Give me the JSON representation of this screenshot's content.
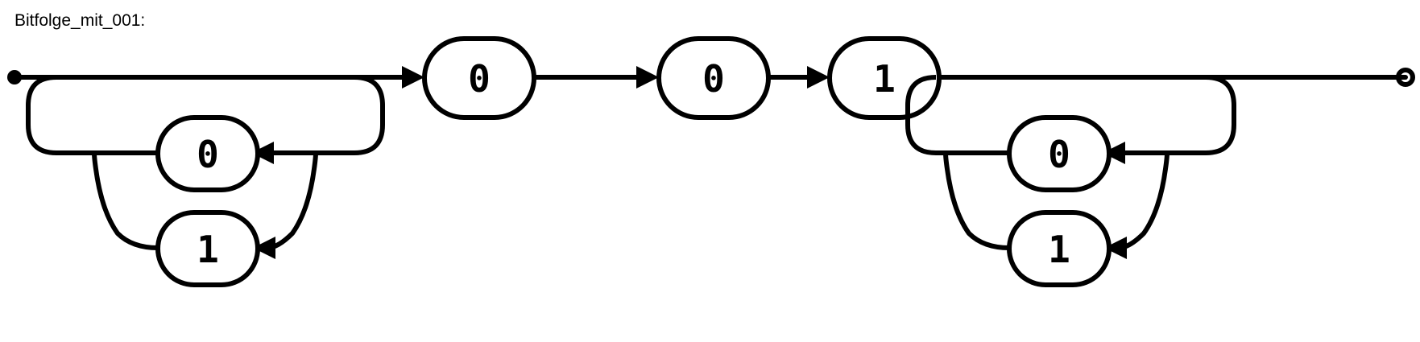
{
  "diagram": {
    "title": "Bitfolge_mit_001:",
    "kind": "railroad-syntax-diagram",
    "stroke_color": "#000000",
    "background_color": "#ffffff",
    "start_terminal": "filled-dot",
    "end_terminal": "bullseye-circle",
    "sequence_labels": [
      "0",
      "0",
      "1"
    ],
    "left_group": {
      "name": "leading-bits-loop",
      "options": [
        "0",
        "1"
      ],
      "repeat": "zero-or-more",
      "bypass": true
    },
    "right_group": {
      "name": "trailing-bits-loop",
      "options": [
        "0",
        "1"
      ],
      "repeat": "zero-or-more",
      "bypass": true
    },
    "nodes": {
      "left_loop_zero": "0",
      "left_loop_one": "1",
      "seq_first": "0",
      "seq_second": "0",
      "seq_third": "1",
      "right_loop_zero": "0",
      "right_loop_one": "1"
    }
  }
}
